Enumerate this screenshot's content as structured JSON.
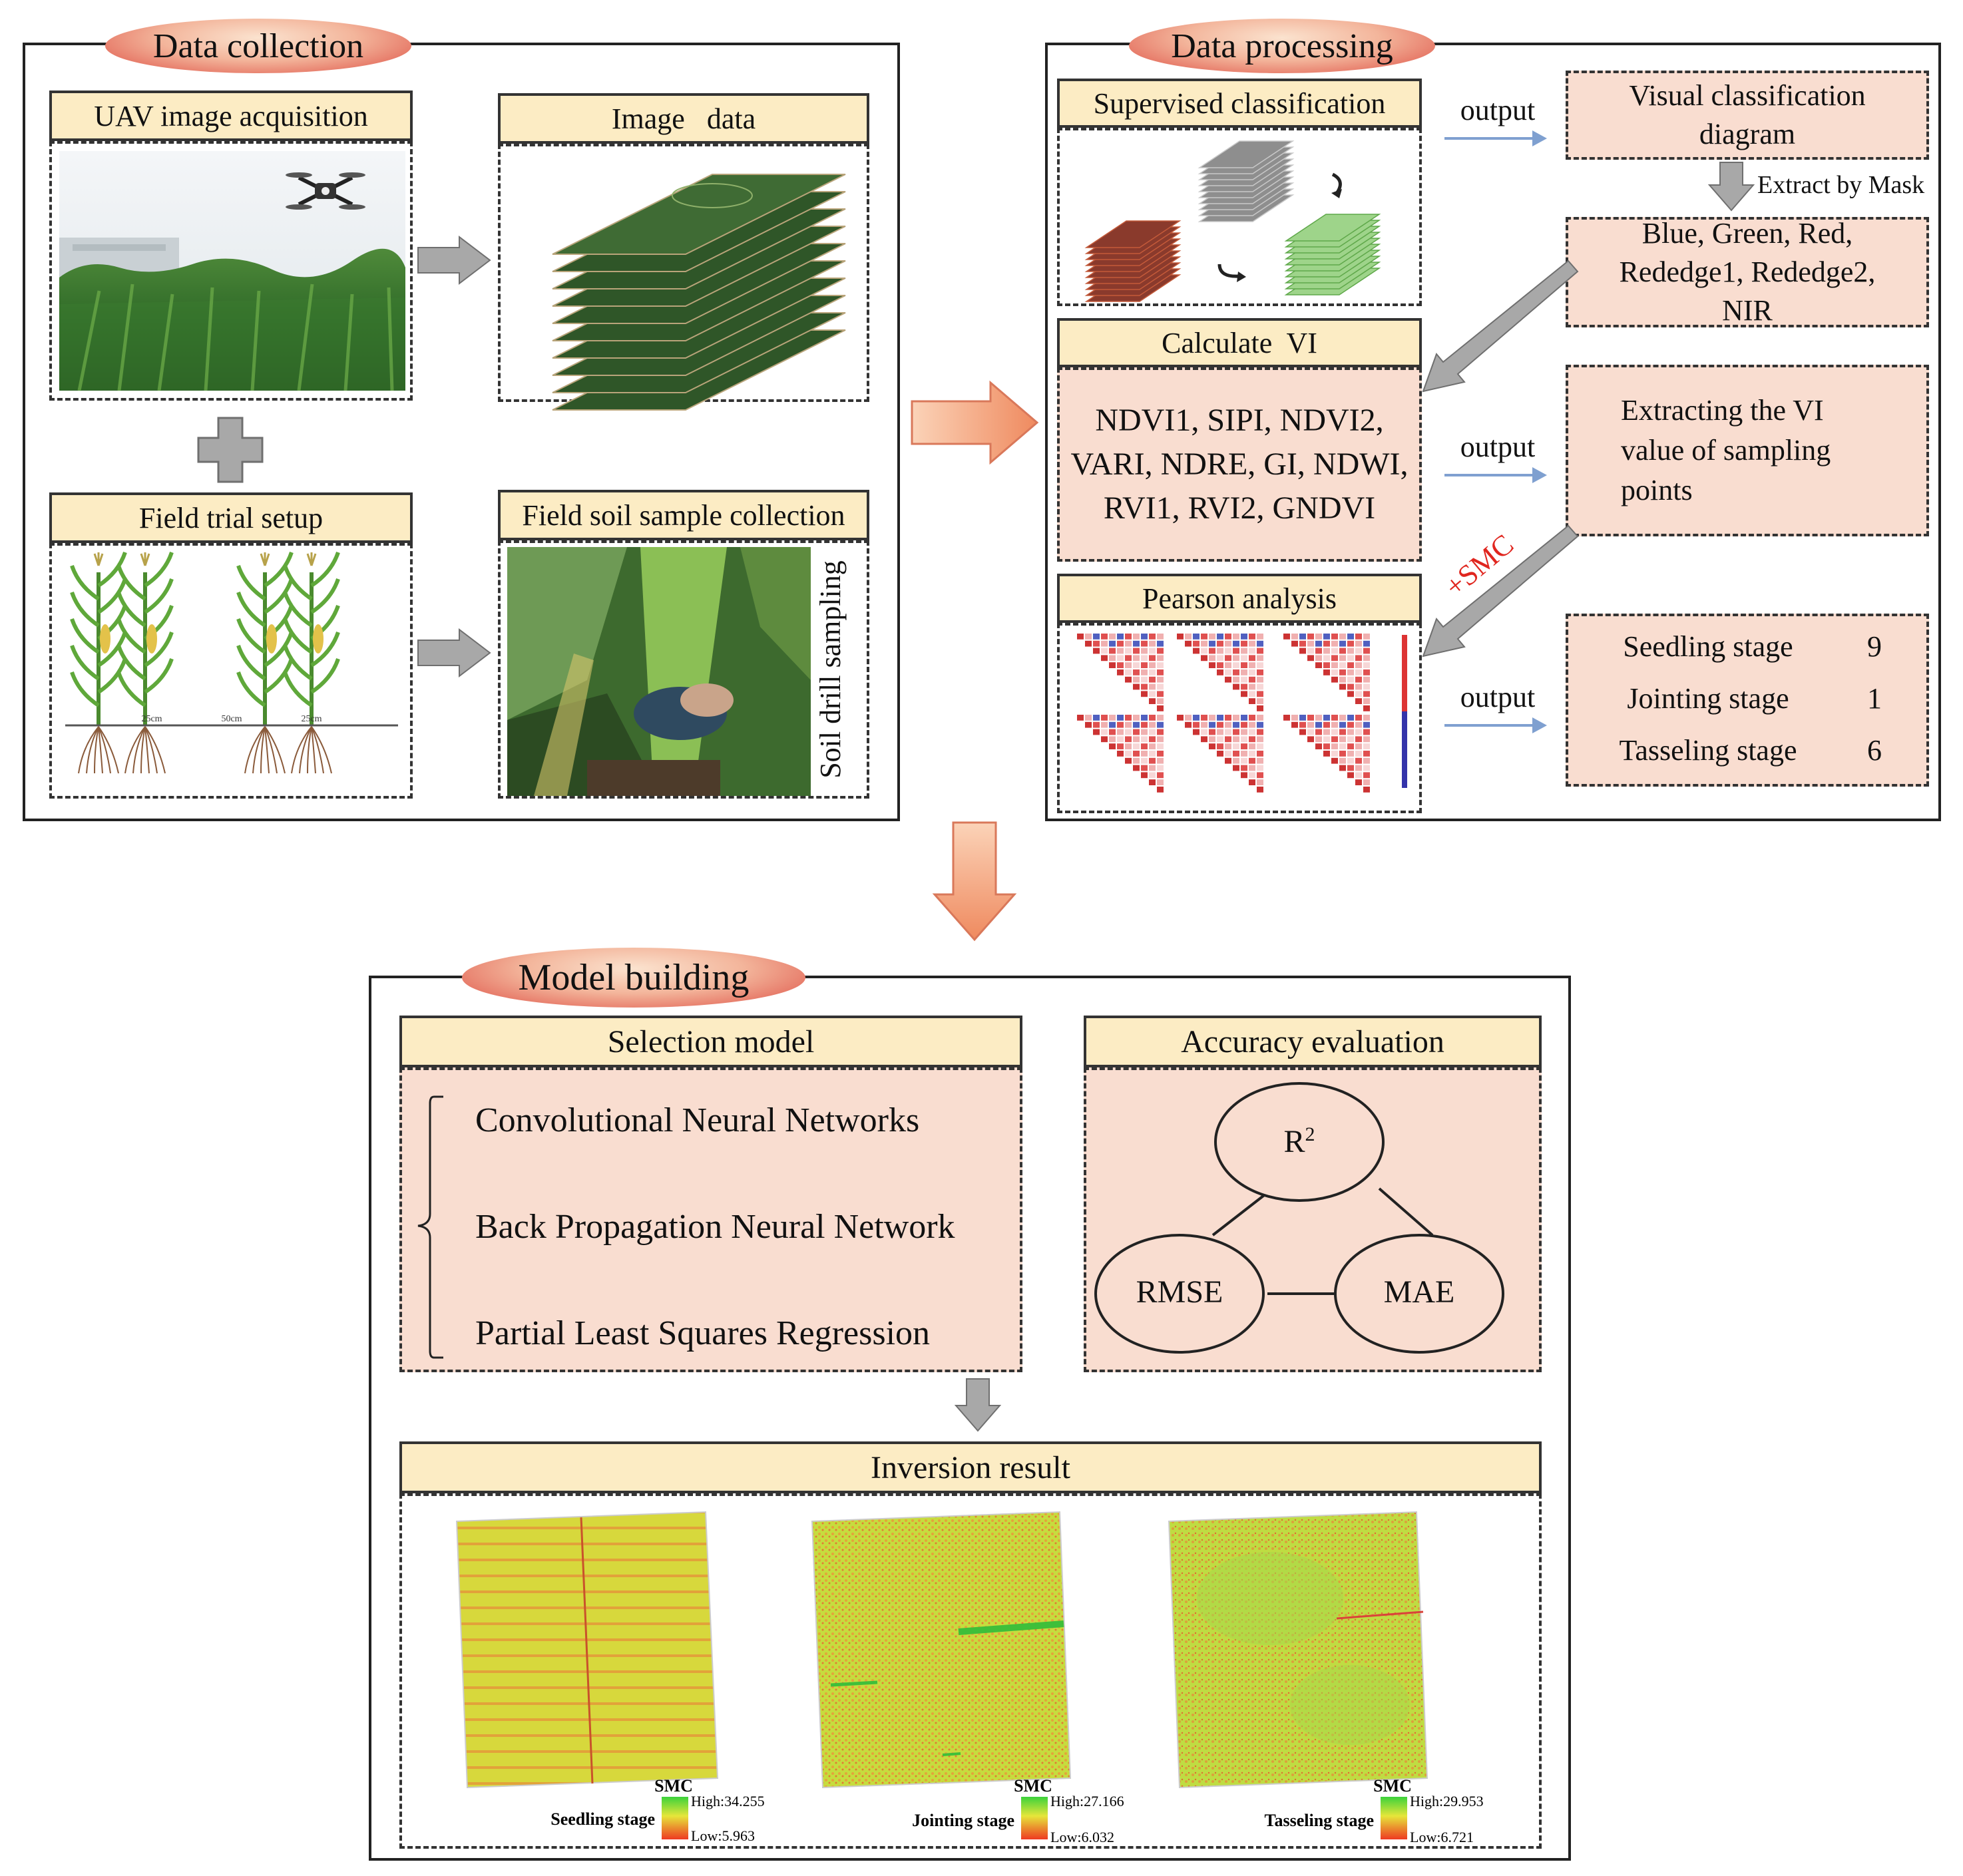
{
  "data_collection": {
    "title": "Data collection",
    "uav_header": "UAV image acquisition",
    "image_data_header": "Image   data",
    "field_trial_header": "Field trial setup",
    "soil_sample_header": "Field soil sample collection",
    "soil_drill_label": "Soil drill sampling",
    "spacing_labels": [
      "25cm",
      "50cm",
      "25cm"
    ]
  },
  "data_processing": {
    "title": "Data processing",
    "supervised_header": "Supervised classification",
    "output_label": "output",
    "visual_classification": "Visual classification diagram",
    "extract_by_mask": "Extract by Mask",
    "bands": "Blue, Green, Red, Rededge1, Rededge2, NIR",
    "calculate_vi_header": "Calculate  VI",
    "vi_list": "NDVI1, SIPI, NDVI2, VARI, NDRE, GI, NDWI, RVI1, RVI2, GNDVI",
    "extracting_vi": "Extracting the VI value of sampling points",
    "smc_label": "+SMC",
    "pearson_header": "Pearson analysis",
    "stages": [
      {
        "name": "Seedling stage",
        "value": "9"
      },
      {
        "name": "Jointing stage",
        "value": "1"
      },
      {
        "name": "Tasseling stage",
        "value": "6"
      }
    ]
  },
  "model_building": {
    "title": "Model building",
    "selection_header": "Selection model",
    "models": [
      "Convolutional Neural Networks",
      "Back Propagation Neural Network",
      "Partial Least Squares Regression"
    ],
    "accuracy_header": "Accuracy evaluation",
    "r2_base": "R",
    "r2_sup": "2",
    "rmse": "RMSE",
    "mae": "MAE",
    "inversion_header": "Inversion result",
    "maps": [
      {
        "stage": "Seedling stage",
        "legend_title": "SMC",
        "high": "High:34.255",
        "low": "Low:5.963"
      },
      {
        "stage": "Jointing stage",
        "legend_title": "SMC",
        "high": "High:27.166",
        "low": "Low:6.032"
      },
      {
        "stage": "Tasseling stage",
        "legend_title": "SMC",
        "high": "High:29.953",
        "low": "Low:6.721"
      }
    ]
  },
  "colors": {
    "pill": "#e3695a",
    "header_fill": "#fcecc4",
    "peach_fill": "#f9ddd0",
    "orange_arrow": "#f3a27e",
    "grey_arrow": "#a8a8a8",
    "blue_arrow": "#7fa0d0",
    "smc_red": "#e0261f"
  }
}
